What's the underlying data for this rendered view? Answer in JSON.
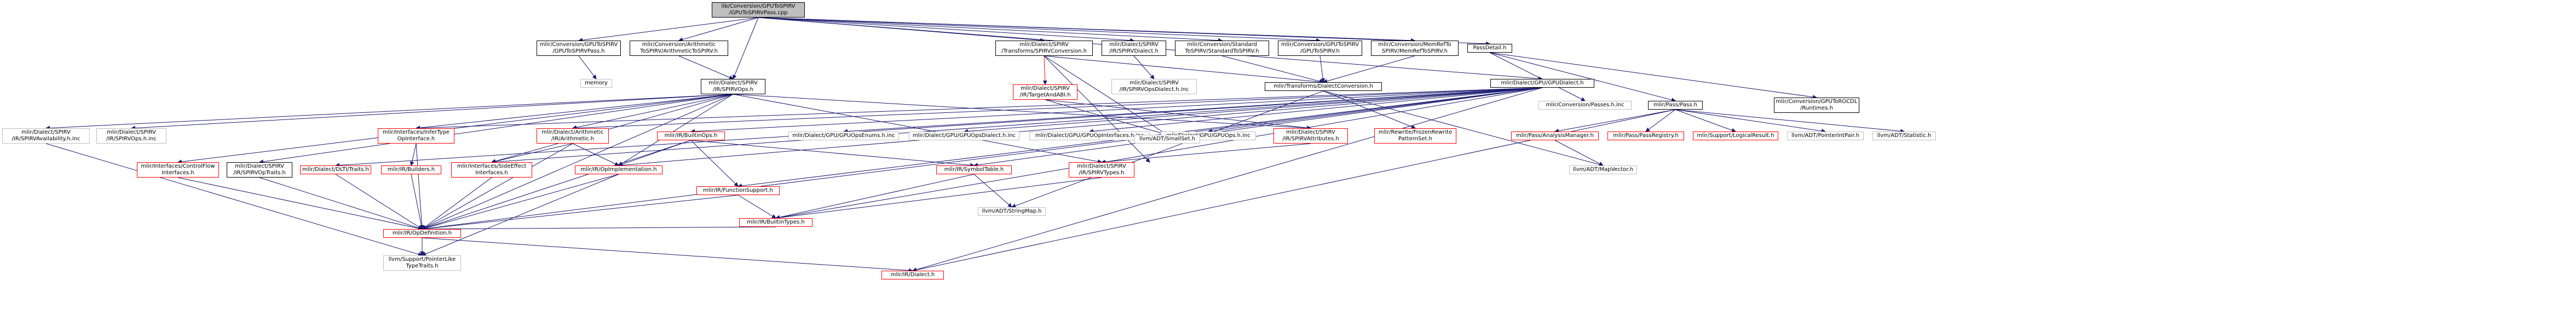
{
  "nodes": {
    "root": [
      "lib/Conversion/GPUToSPIRV",
      "/GPUToSPIRVPass.cpp"
    ],
    "gpuToSpirvPass": [
      "mlir/Conversion/GPUToSPIRV",
      "/GPUToSPIRVPass.h"
    ],
    "arithToSpirv": [
      "mlir/Conversion/Arithmetic",
      "ToSPIRV/ArithmeticToSPIRV.h"
    ],
    "spirvConversion": [
      "mlir/Dialect/SPIRV",
      "/Transforms/SPIRVConversion.h"
    ],
    "spirvDialect": [
      "mlir/Dialect/SPIRV",
      "/IR/SPIRVDialect.h"
    ],
    "stdToSpirv": [
      "mlir/Conversion/Standard",
      "ToSPIRV/StandardToSPIRV.h"
    ],
    "gpuToSpirv": [
      "mlir/Conversion/GPUToSPIRV",
      "/GPUToSPIRV.h"
    ],
    "memrefToSpirv": [
      "mlir/Conversion/MemRefTo",
      "SPIRV/MemRefToSPIRV.h"
    ],
    "passDetail": [
      "PassDetail.h"
    ],
    "memory": [
      "memory"
    ],
    "spirvOps": [
      "mlir/Dialect/SPIRV",
      "/IR/SPIRVOps.h"
    ],
    "gpuDialect": [
      "mlir/Dialect/GPU/GPUDialect.h"
    ],
    "targetAndABI": [
      "mlir/Dialect/SPIRV",
      "/IR/TargetAndABI.h"
    ],
    "spirvOpsDialectInc": [
      "mlir/Dialect/SPIRV",
      "/IR/SPIRVOpsDialect.h.inc"
    ],
    "dialectConversion": [
      "mlir/Transforms/DialectConversion.h"
    ],
    "passesInc": [
      "mlir/Conversion/Passes.h.inc"
    ],
    "passPass": [
      "mlir/Pass/Pass.h"
    ],
    "gpuToRocdlRuntimes": [
      "mlir/Conversion/GPUToROCDL",
      "/Runtimes.h"
    ],
    "spirvAvailInc": [
      "mlir/Dialect/SPIRV",
      "/IR/SPIRVAvailability.h.inc"
    ],
    "spirvOpsInc": [
      "mlir/Dialect/SPIRV",
      "/IR/SPIRVOps.h.inc"
    ],
    "inferTypeOpIface": [
      "mlir/Interfaces/InferType",
      "OpInterface.h"
    ],
    "arithmetic": [
      "mlir/Dialect/Arithmetic",
      "/IR/Arithmetic.h"
    ],
    "builtinOps": [
      "mlir/IR/BuiltinOps.h"
    ],
    "gpuOpsEnumsInc": [
      "mlir/Dialect/GPU/GPUOpsEnums.h.inc"
    ],
    "gpuOpsDialectInc": [
      "mlir/Dialect/GPU/GPUOpsDialect.h.inc"
    ],
    "gpuOpInterfacesInc": [
      "mlir/Dialect/GPU/GPUOpInterfaces.h.inc"
    ],
    "gpuOpsInc": [
      "mlir/Dialect/GPU/GPUOps.h.inc"
    ],
    "spirvAttributes": [
      "mlir/Dialect/SPIRV",
      "/IR/SPIRVAttributes.h"
    ],
    "smallSet": [
      "llvm/ADT/SmallSet.h"
    ],
    "rewritePatternSet": [
      "mlir/Rewrite/FrozenRewrite",
      "PatternSet.h"
    ],
    "passAnalysisManager": [
      "mlir/Pass/AnalysisManager.h"
    ],
    "passRegistry": [
      "mlir/Pass/PassRegistry.h"
    ],
    "logicalResult": [
      "mlir/Support/LogicalResult.h"
    ],
    "pointerIntPair": [
      "llvm/ADT/PointerIntPair.h"
    ],
    "statistic": [
      "llvm/ADT/Statistic.h"
    ],
    "controlFlowIface": [
      "mlir/Interfaces/ControlFlow",
      "Interfaces.h"
    ],
    "spirvOpTraits": [
      "mlir/Dialect/SPIRV",
      "/IR/SPIRVOpTraits.h"
    ],
    "dltiTraits": [
      "mlir/Dialect/DLTI/Traits.h"
    ],
    "builders": [
      "mlir/IR/Builders.h"
    ],
    "sideEffectIface": [
      "mlir/Interfaces/SideEffect",
      "Interfaces.h"
    ],
    "opImplementation": [
      "mlir/IR/OpImplementation.h"
    ],
    "functionSupport": [
      "mlir/IR/FunctionSupport.h"
    ],
    "symbolTable": [
      "mlir/IR/SymbolTable.h"
    ],
    "spirvTypes": [
      "mlir/Dialect/SPIRV",
      "/IR/SPIRVTypes.h"
    ],
    "mapVector": [
      "llvm/ADT/MapVector.h"
    ],
    "stringMap": [
      "llvm/ADT/StringMap.h"
    ],
    "builtinTypes": [
      "mlir/IR/BuiltinTypes.h"
    ],
    "opDefinition": [
      "mlir/IR/OpDefinition.h"
    ],
    "pointerLikeTypeTraits": [
      "llvm/Support/PointerLike",
      "TypeTraits.h"
    ],
    "irDialect": [
      "mlir/IR/Dialect.h"
    ]
  },
  "colors": {
    "edge": "#191970",
    "edge_truncated": "#ff0000",
    "border_documented": "#000000",
    "border_truncated": "#ff0000",
    "border_external": "#bfbfbf",
    "focus_fill": "#bfbfbf"
  }
}
